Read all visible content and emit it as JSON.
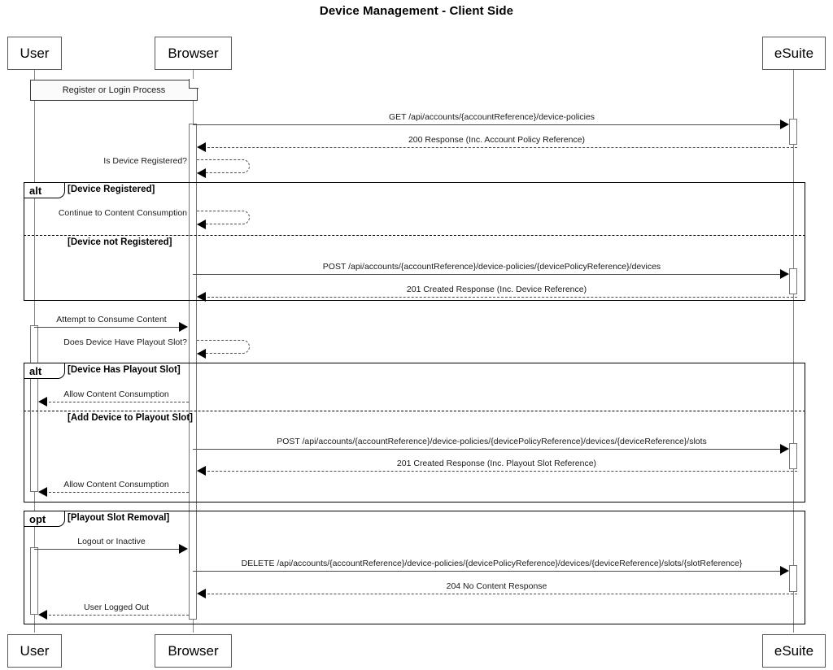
{
  "diagram": {
    "title": "Device Management - Client Side",
    "type": "uml-sequence-diagram",
    "colors": {
      "background": "#ffffff",
      "line": "#4a4a4a",
      "frame": "#000000",
      "lifeline": "#878787",
      "note_fill": "#fbfbfb",
      "text": "#1a1a1a"
    }
  },
  "participants": [
    {
      "id": "user",
      "label": "User"
    },
    {
      "id": "browser",
      "label": "Browser"
    },
    {
      "id": "esuite",
      "label": "eSuite"
    }
  ],
  "notes": [
    {
      "id": "note-register",
      "text": "Register or Login Process",
      "over": "User, Browser"
    }
  ],
  "fragments": [
    {
      "id": "alt-device-registration",
      "operator": "alt",
      "branches": [
        {
          "guard": "[Device Registered]"
        },
        {
          "guard": "[Device not Registered]"
        }
      ]
    },
    {
      "id": "alt-playout-slot",
      "operator": "alt",
      "branches": [
        {
          "guard": "[Device Has Playout Slot]"
        },
        {
          "guard": "[Add Device to Playout Slot]"
        }
      ]
    },
    {
      "id": "opt-playout-slot-removal",
      "operator": "opt",
      "branches": [
        {
          "guard": "[Playout Slot Removal]"
        }
      ]
    }
  ],
  "messages": [
    {
      "id": "msg-get-device-policies",
      "text": "GET /api/accounts/{accountReference}/device-policies",
      "from": "browser",
      "to": "esuite",
      "style": "solid",
      "direction": "right"
    },
    {
      "id": "msg-200-response",
      "text": "200 Response (Inc. Account Policy Reference)",
      "from": "esuite",
      "to": "browser",
      "style": "dashed",
      "direction": "left"
    },
    {
      "id": "msg-is-device-registered",
      "text": "Is Device Registered?",
      "from": "browser",
      "to": "browser",
      "style": "dashed",
      "direction": "self"
    },
    {
      "id": "msg-continue-to-content-consumption",
      "text": "Continue to Content Consumption",
      "from": "browser",
      "to": "browser",
      "style": "dashed",
      "direction": "self"
    },
    {
      "id": "msg-post-devices",
      "text": "POST /api/accounts/{accountReference}/device-policies/{devicePolicyReference}/devices",
      "from": "browser",
      "to": "esuite",
      "style": "solid",
      "direction": "right"
    },
    {
      "id": "msg-201-created-device",
      "text": "201 Created Response (Inc. Device Reference)",
      "from": "esuite",
      "to": "browser",
      "style": "dashed",
      "direction": "left"
    },
    {
      "id": "msg-attempt-to-consume-content",
      "text": "Attempt to Consume Content",
      "from": "user",
      "to": "browser",
      "style": "solid",
      "direction": "right"
    },
    {
      "id": "msg-does-device-have-playout-slot",
      "text": "Does Device Have Playout Slot?",
      "from": "browser",
      "to": "browser",
      "style": "dashed",
      "direction": "self"
    },
    {
      "id": "msg-allow-content-consumption-1",
      "text": "Allow Content Consumption",
      "from": "browser",
      "to": "user",
      "style": "dashed",
      "direction": "left"
    },
    {
      "id": "msg-post-slots",
      "text": "POST /api/accounts/{accountReference}/device-policies/{devicePolicyReference}/devices/{deviceReference}/slots",
      "from": "browser",
      "to": "esuite",
      "style": "solid",
      "direction": "right"
    },
    {
      "id": "msg-201-created-slot",
      "text": "201 Created Response (Inc. Playout Slot Reference)",
      "from": "esuite",
      "to": "browser",
      "style": "dashed",
      "direction": "left"
    },
    {
      "id": "msg-allow-content-consumption-2",
      "text": "Allow Content Consumption",
      "from": "browser",
      "to": "user",
      "style": "dashed",
      "direction": "left"
    },
    {
      "id": "msg-logout-or-inactive",
      "text": "Logout or Inactive",
      "from": "user",
      "to": "browser",
      "style": "solid",
      "direction": "right"
    },
    {
      "id": "msg-delete-slot",
      "text": "DELETE /api/accounts/{accountReference}/device-policies/{devicePolicyReference}/devices/{deviceReference}/slots/{slotReference}",
      "from": "browser",
      "to": "esuite",
      "style": "solid",
      "direction": "right"
    },
    {
      "id": "msg-204-no-content",
      "text": "204 No Content Response",
      "from": "esuite",
      "to": "browser",
      "style": "dashed",
      "direction": "left"
    },
    {
      "id": "msg-user-logged-out",
      "text": "User Logged Out",
      "from": "browser",
      "to": "user",
      "style": "dashed",
      "direction": "left"
    }
  ]
}
